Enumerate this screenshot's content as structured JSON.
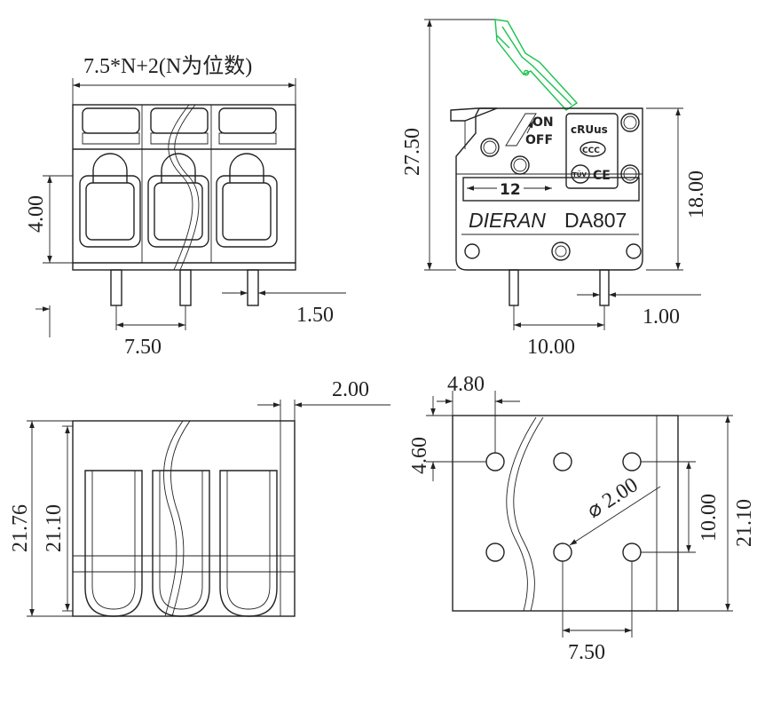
{
  "front_view": {
    "width_formula": "7.5*N+2(N为位数)",
    "height_dim": "4.00",
    "pitch_dim": "7.50",
    "pin_dim": "1.50"
  },
  "side_view": {
    "total_height_dim": "27.50",
    "body_height_dim": "18.00",
    "pin_pitch_dim": "10.00",
    "pin_dim": "1.00",
    "brand": "DIERAN",
    "model": "DA807",
    "switch_on": "ON",
    "switch_off": "OFF",
    "wire_length": "12",
    "cert_ul": "cRUus",
    "cert_ccc": "CCC",
    "cert_tuv": "TÜV",
    "cert_ce": "CE"
  },
  "top_view": {
    "offset_dim": "2.00",
    "outer_depth_dim": "21.76",
    "inner_depth_dim": "21.10"
  },
  "bottom_view": {
    "x_offset_dim": "4.80",
    "y_offset_dim": "4.60",
    "hole_dia_dim": "⌀ 2.00",
    "row_spacing_dim": "10.00",
    "depth_dim": "21.10",
    "pitch_dim": "7.50"
  },
  "colors": {
    "line": "#222222",
    "lever": "#19c24d"
  }
}
